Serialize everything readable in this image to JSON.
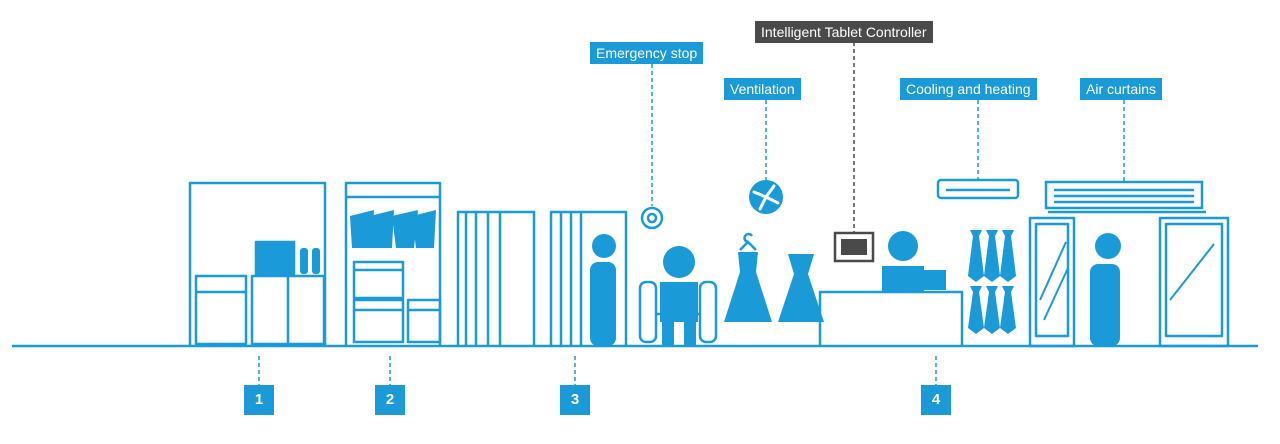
{
  "colors": {
    "accent": "#1a9ad6",
    "dark": "#4a4a4a",
    "background": "#ffffff"
  },
  "callouts": {
    "tablet_controller": "Intelligent Tablet Controller",
    "emergency_stop": "Emergency stop",
    "ventilation": "Ventilation",
    "cooling_heating": "Cooling and heating",
    "air_curtains": "Air curtains"
  },
  "zones": {
    "z1": "1",
    "z2": "2",
    "z3": "3",
    "z4": "4"
  },
  "icons": [
    "emergency-stop-button-icon",
    "ventilation-fan-icon",
    "tablet-controller-icon",
    "ac-unit-icon",
    "air-curtain-unit-icon",
    "cash-register-icon",
    "hanger-icon",
    "person-icon",
    "dress-icon",
    "tie-icon"
  ]
}
